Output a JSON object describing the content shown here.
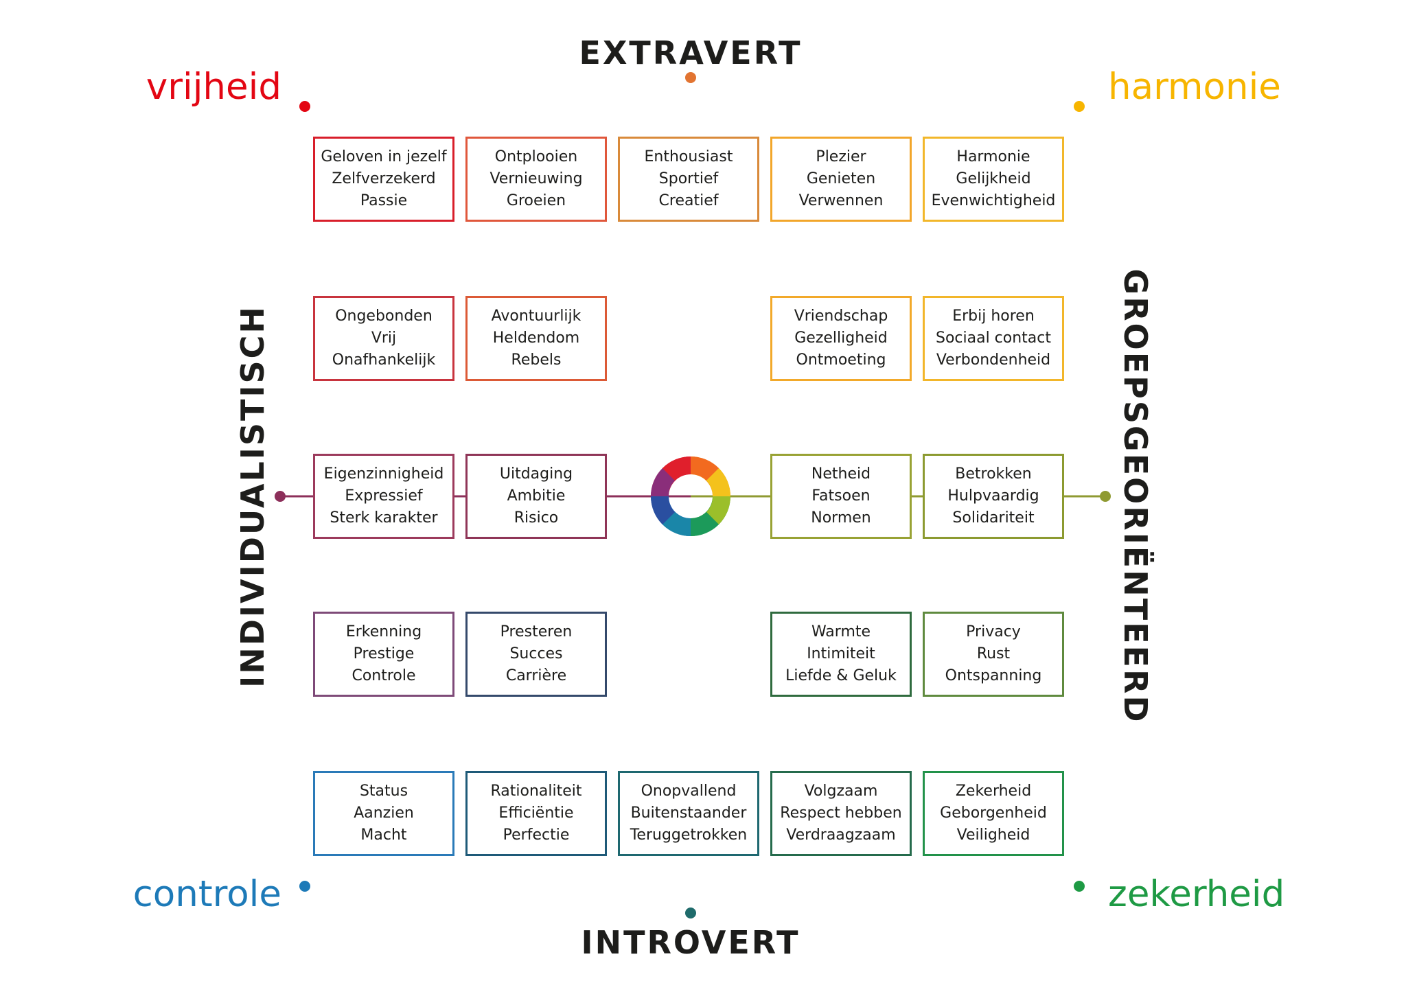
{
  "axes": {
    "top": "EXTRAVERT",
    "bottom": "INTROVERT",
    "left": "INDIVIDUALISTISCH",
    "right": "GROEPSGEORIËNTEERD"
  },
  "corners": {
    "top_left": {
      "text": "vrijheid",
      "color": "#e30613"
    },
    "top_right": {
      "text": "harmonie",
      "color": "#f7b500"
    },
    "bottom_left": {
      "text": "controle",
      "color": "#1d7ab8"
    },
    "bottom_right": {
      "text": "zekerheid",
      "color": "#1e9a44"
    }
  },
  "axis_colors": {
    "top": "#e27431",
    "bottom": "#1f6b6b",
    "left": "#8c2f5a",
    "right": "#8f9a32"
  },
  "boxes": [
    {
      "row": 0,
      "col": 0,
      "lines": [
        "Geloven in jezelf",
        "Zelfverzekerd",
        "Passie"
      ],
      "color": "#d81e2a"
    },
    {
      "row": 0,
      "col": 1,
      "lines": [
        "Ontplooien",
        "Vernieuwing",
        "Groeien"
      ],
      "color": "#e0573b"
    },
    {
      "row": 0,
      "col": 2,
      "lines": [
        "Enthousiast",
        "Sportief",
        "Creatief"
      ],
      "color": "#d98a3a"
    },
    {
      "row": 0,
      "col": 3,
      "lines": [
        "Plezier",
        "Genieten",
        "Verwennen"
      ],
      "color": "#f2a62a"
    },
    {
      "row": 0,
      "col": 4,
      "lines": [
        "Harmonie",
        "Gelijkheid",
        "Evenwichtigheid"
      ],
      "color": "#f2b72a"
    },
    {
      "row": 1,
      "col": 0,
      "lines": [
        "Ongebonden",
        "Vrij",
        "Onafhankelijk"
      ],
      "color": "#c8343e"
    },
    {
      "row": 1,
      "col": 1,
      "lines": [
        "Avontuurlijk",
        "Heldendom",
        "Rebels"
      ],
      "color": "#dc5a36"
    },
    {
      "row": 1,
      "col": 3,
      "lines": [
        "Vriendschap",
        "Gezelligheid",
        "Ontmoeting"
      ],
      "color": "#f2a92a"
    },
    {
      "row": 1,
      "col": 4,
      "lines": [
        "Erbij horen",
        "Sociaal contact",
        "Verbondenheid"
      ],
      "color": "#f2b62a"
    },
    {
      "row": 2,
      "col": 0,
      "lines": [
        "Eigenzinnigheid",
        "Expressief",
        "Sterk karakter"
      ],
      "color": "#9c3a5c"
    },
    {
      "row": 2,
      "col": 1,
      "lines": [
        "Uitdaging",
        "Ambitie",
        "Risico"
      ],
      "color": "#8f3557"
    },
    {
      "row": 2,
      "col": 3,
      "lines": [
        "Netheid",
        "Fatsoen",
        "Normen"
      ],
      "color": "#98a234"
    },
    {
      "row": 2,
      "col": 4,
      "lines": [
        "Betrokken",
        "Hulpvaardig",
        "Solidariteit"
      ],
      "color": "#8c9a30"
    },
    {
      "row": 3,
      "col": 0,
      "lines": [
        "Erkenning",
        "Prestige",
        "Controle"
      ],
      "color": "#7e4a78"
    },
    {
      "row": 3,
      "col": 1,
      "lines": [
        "Presteren",
        "Succes",
        "Carrière"
      ],
      "color": "#34496b"
    },
    {
      "row": 3,
      "col": 3,
      "lines": [
        "Warmte",
        "Intimiteit",
        "Liefde & Geluk"
      ],
      "color": "#2f6b3e"
    },
    {
      "row": 3,
      "col": 4,
      "lines": [
        "Privacy",
        "Rust",
        "Ontspanning"
      ],
      "color": "#5f8a3e"
    },
    {
      "row": 4,
      "col": 0,
      "lines": [
        "Status",
        "Aanzien",
        "Macht"
      ],
      "color": "#2a7ab8"
    },
    {
      "row": 4,
      "col": 1,
      "lines": [
        "Rationaliteit",
        "Efficiëntie",
        "Perfectie"
      ],
      "color": "#1e5a78"
    },
    {
      "row": 4,
      "col": 2,
      "lines": [
        "Onopvallend",
        "Buitenstaander",
        "Teruggetrokken"
      ],
      "color": "#1e6870"
    },
    {
      "row": 4,
      "col": 3,
      "lines": [
        "Volgzaam",
        "Respect hebben",
        "Verdraagzaam"
      ],
      "color": "#256b4c"
    },
    {
      "row": 4,
      "col": 4,
      "lines": [
        "Zekerheid",
        "Geborgenheid",
        "Veiligheid"
      ],
      "color": "#22924a"
    }
  ]
}
